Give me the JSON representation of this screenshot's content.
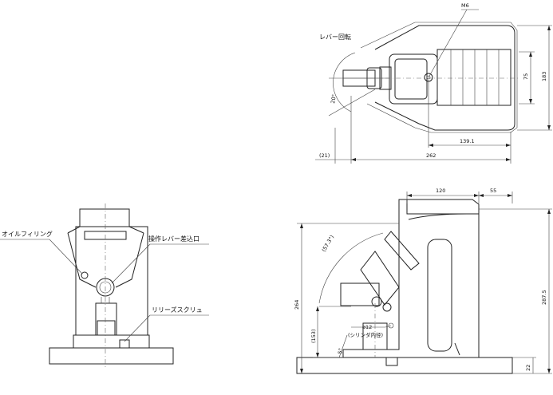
{
  "labels": {
    "bolt": "M6",
    "lever_rotation": "レバー回転",
    "oil_filling": "オイルフィリング",
    "lever_socket": "操作レバー差込口",
    "release_screw": "リリーズスクリュ",
    "cylinder_inner_dia_1": "ø12",
    "cylinder_inner_dia_2": "(シリンダ内径)"
  },
  "dimensions": {
    "d75": "75",
    "d183": "183",
    "d139_1": "139.1",
    "d262": "262",
    "d21": "(21)",
    "angle20": "20°",
    "d120": "120",
    "d55": "55",
    "d264": "264",
    "d287_5": "287.5",
    "d153": "(153)",
    "angle57_3": "(57.3°)",
    "angle5": "5°",
    "d22": "22"
  }
}
